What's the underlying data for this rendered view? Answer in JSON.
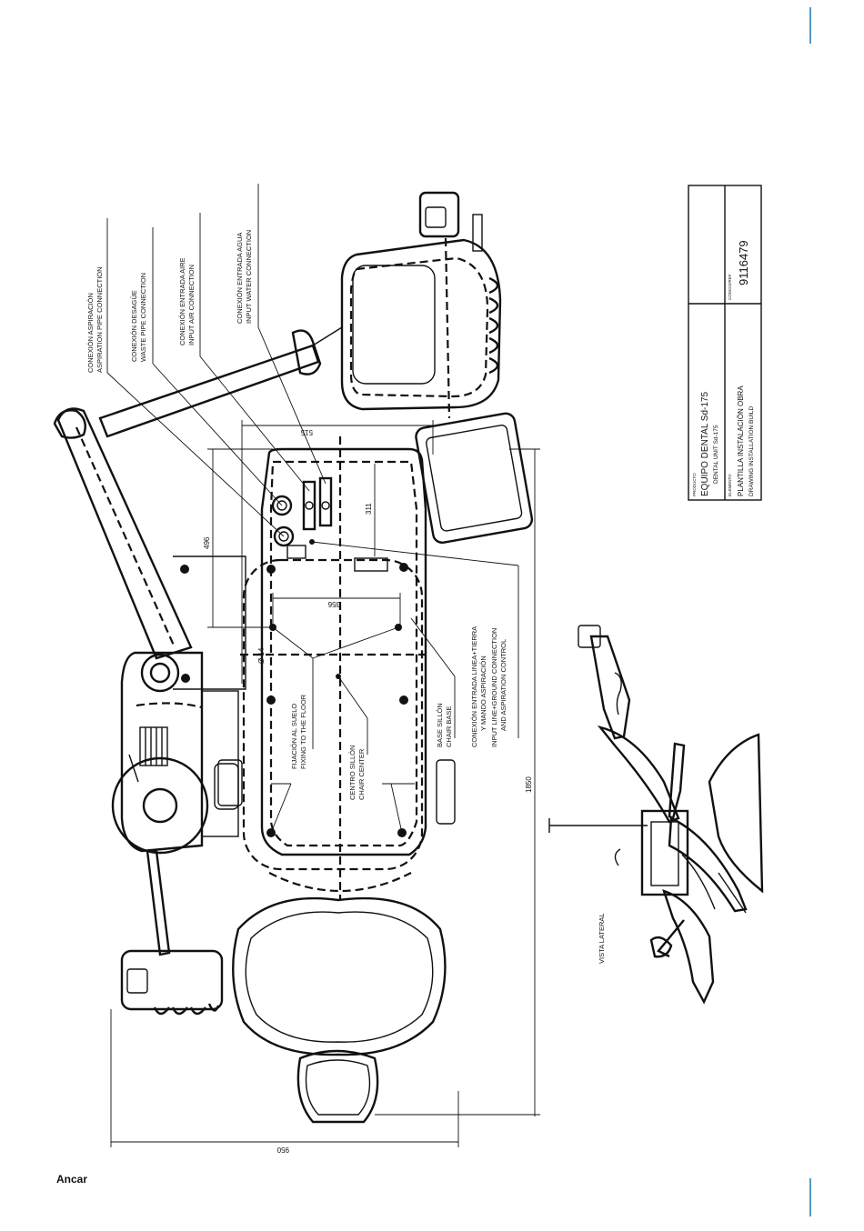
{
  "brand": {
    "logo_text": "Ancar",
    "accent_color": "#2b7db8"
  },
  "callouts": {
    "aspiration_es": "CONEXIÓN ASPIRACIÓN",
    "aspiration_en": "ASPIRATION PIPE CONNECTION",
    "waste_es": "CONEXIÓN DESAGÜE",
    "waste_en": "WASTE PIPE CONNECTION",
    "air_es": "CONEXIÓN ENTRADA AIRE",
    "air_en": "INPUT AIR CONNECTION",
    "water_es": "CONEXIÓN ENTRADA AGUA",
    "water_en": "INPUT WATER CONNECTION",
    "floor_es": "FIJACIÓN AL SUELO",
    "floor_en": "FIXING TO THE FLOOR",
    "center_es": "CENTRO SILLÓN",
    "center_en": "CHAIR CENTER",
    "base_es": "BASE SILLÓN",
    "base_en": "CHAIR BASE",
    "ground_es_1": "CONEXIÓN ENTRADA LINEA+TIERRA",
    "ground_es_2": "Y MANDO ASPIRACIÓN",
    "ground_en_1": "INPUT LINE+GROUND CONNECTION",
    "ground_en_2": "AND ASPIRATION CONTROL"
  },
  "dimensions": {
    "d515": "515",
    "d496": "496",
    "d311": "311",
    "d356": "356",
    "d14": "Ø 14",
    "d1850": "1850",
    "d950": "950"
  },
  "side_view": {
    "label": "VISTA LATERAL"
  },
  "title_block": {
    "product_caption": "PRODUCTO",
    "product_es": "EQUIPO DENTAL Sd-175",
    "product_en": "DENTAL UNIT Sd-175",
    "drawing_caption": "ELEMENTO",
    "drawing_es": "PLANTILLA INSTALACIÓN OBRA",
    "drawing_en": "DRAWING INSTALLATION BUILD",
    "code_caption": "CÓDIGO/REF",
    "code": "9116479"
  }
}
